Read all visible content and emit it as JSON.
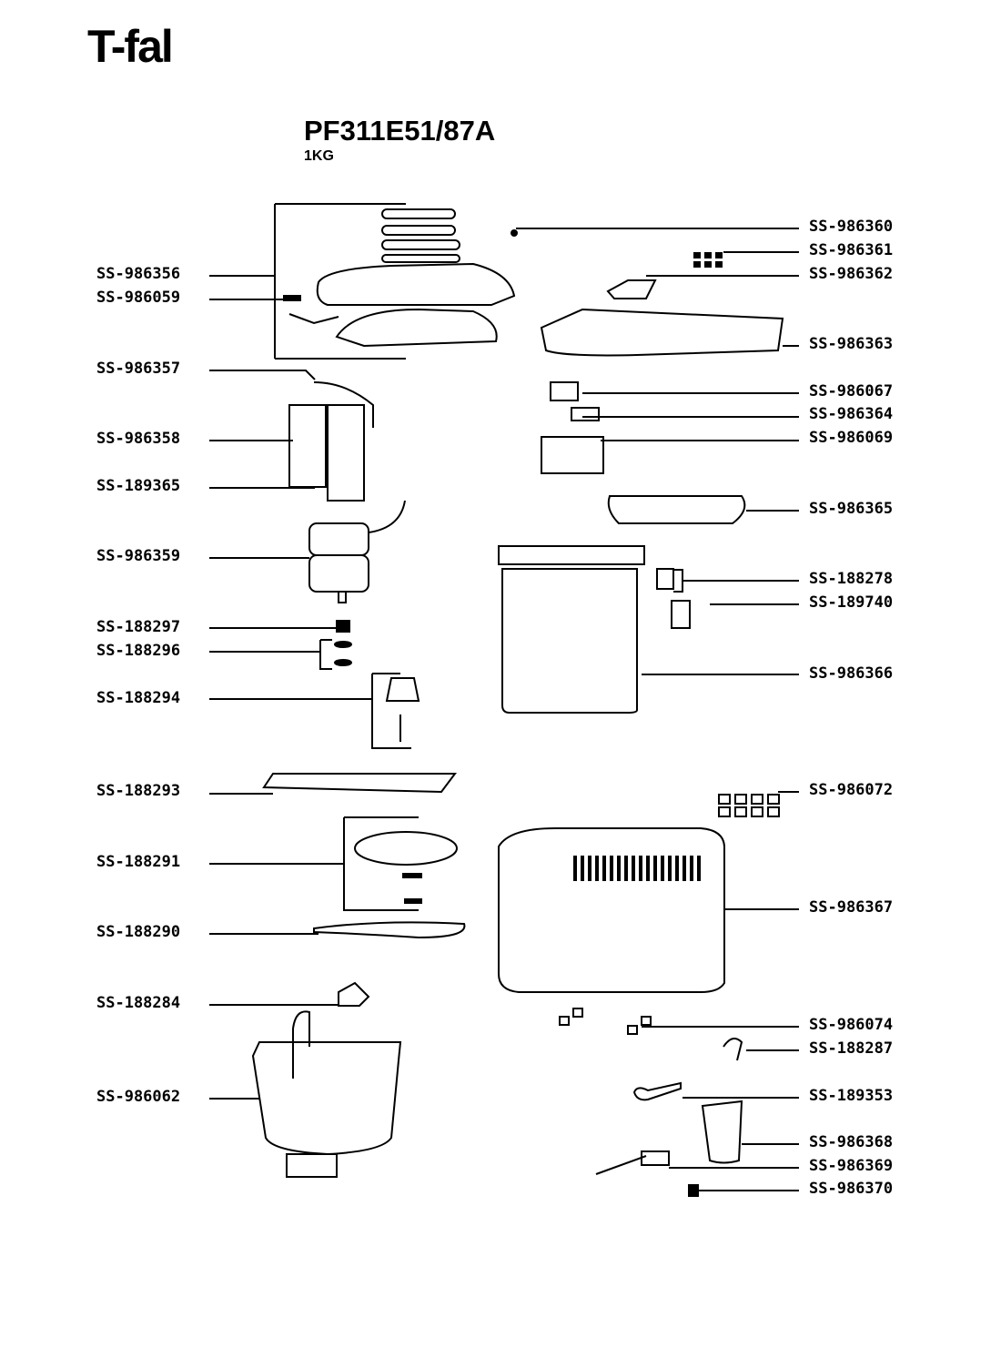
{
  "brand": "T-fal",
  "model": "PF311E51/87A",
  "capacity": "1KG",
  "left_parts": [
    "SS-986356",
    "SS-986059",
    "SS-986357",
    "SS-986358",
    "SS-189365",
    "SS-986359",
    "SS-188297",
    "SS-188296",
    "SS-188294",
    "SS-188293",
    "SS-188291",
    "SS-188290",
    "SS-188284",
    "SS-986062"
  ],
  "right_parts": [
    "SS-986360",
    "SS-986361",
    "SS-986362",
    "SS-986363",
    "SS-986067",
    "SS-986364",
    "SS-986069",
    "SS-986365",
    "SS-188278",
    "SS-189740",
    "SS-986366",
    "SS-986072",
    "SS-986367",
    "SS-986074",
    "SS-188287",
    "SS-189353",
    "SS-986368",
    "SS-986369",
    "SS-986370"
  ]
}
